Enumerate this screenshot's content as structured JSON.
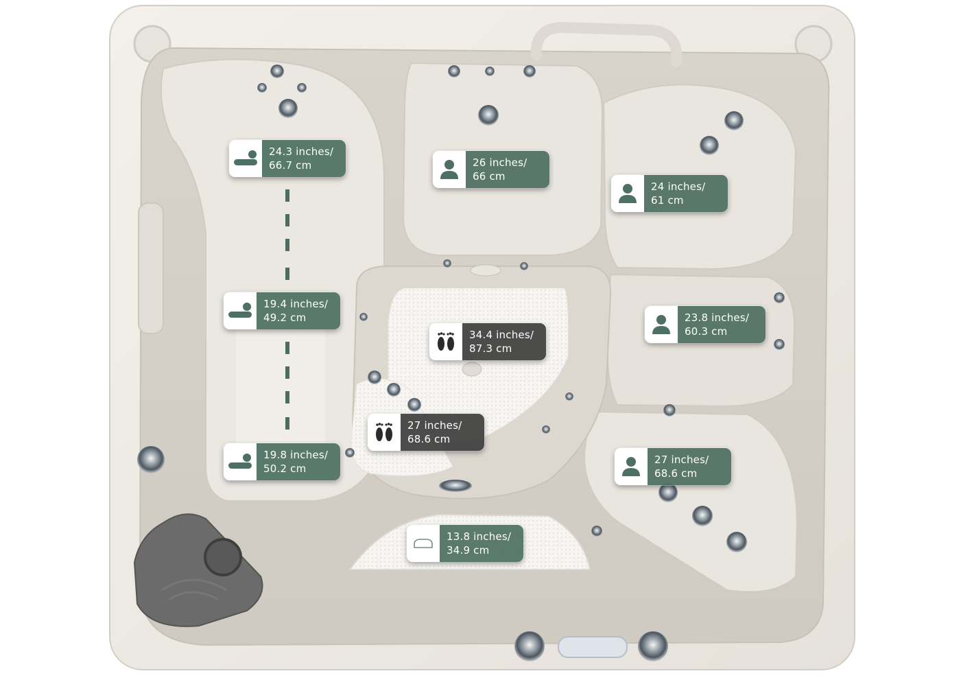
{
  "colors": {
    "label_green": "#4e7062",
    "label_dark": "#3e3e3e",
    "shell": "#ece8e2",
    "cover": "#686868"
  },
  "measurements": [
    {
      "id": "lounge-top",
      "icon": "lounge-seat-icon",
      "line1": "24.3 inches/",
      "line2": "66.7 cm",
      "style": "green"
    },
    {
      "id": "seat-top-center",
      "icon": "person-seat-icon",
      "line1": "26 inches/",
      "line2": "66 cm",
      "style": "green"
    },
    {
      "id": "seat-top-right",
      "icon": "person-seat-icon",
      "line1": "24 inches/",
      "line2": "61 cm",
      "style": "green"
    },
    {
      "id": "lounge-mid",
      "icon": "lounge-seat-icon",
      "line1": "19.4 inches/",
      "line2": "49.2 cm",
      "style": "green"
    },
    {
      "id": "footwell-center",
      "icon": "footprints-icon",
      "line1": "34.4 inches/",
      "line2": "87.3 cm",
      "style": "dark"
    },
    {
      "id": "seat-right-mid",
      "icon": "person-seat-icon",
      "line1": "23.8 inches/",
      "line2": "60.3 cm",
      "style": "green"
    },
    {
      "id": "footwell-left",
      "icon": "footprints-icon",
      "line1": "27 inches/",
      "line2": "68.6 cm",
      "style": "dark"
    },
    {
      "id": "lounge-bottom",
      "icon": "lounge-seat-icon",
      "line1": "19.8 inches/",
      "line2": "50.2 cm",
      "style": "green"
    },
    {
      "id": "seat-bottom-right",
      "icon": "person-seat-icon",
      "line1": "27 inches/",
      "line2": "68.6 cm",
      "style": "green"
    },
    {
      "id": "cooldown-seat",
      "icon": "step-seat-icon",
      "line1": "13.8 inches/",
      "line2": "34.9 cm",
      "style": "green"
    }
  ]
}
